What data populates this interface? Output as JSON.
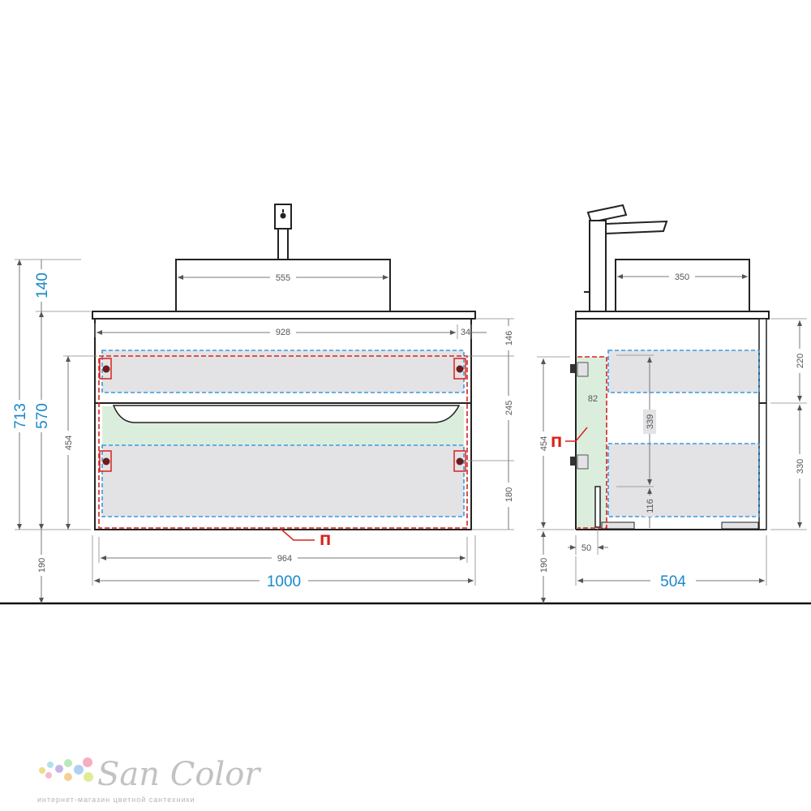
{
  "front_view": {
    "basin_width": "555",
    "countertop_inner_width": "928",
    "countertop_offset": "34",
    "top_section_height": "146",
    "middle_section_height": "245",
    "bottom_section_height": "180",
    "mounting_height": "454",
    "inner_width": "964",
    "total_width": "1000",
    "total_height": "713",
    "cabinet_height": "570",
    "basin_height": "140",
    "floor_clearance": "190",
    "mark_label": "П"
  },
  "side_view": {
    "basin_depth": "350",
    "upper_drawer_height": "220",
    "lower_drawer_height": "330",
    "service_gap": "82",
    "drawer_inner_height": "339",
    "plinth_height": "116",
    "mounting_height": "454",
    "wall_offset": "50",
    "total_depth": "504",
    "floor_clearance": "190",
    "mark_label": "П"
  },
  "watermark": {
    "brand": "San Color",
    "tagline": "интернет-магазин цветной сантехники"
  },
  "colors": {
    "dimension_blue": "#1a88c9",
    "dimension_gray": "#555555",
    "mark_red": "#d9231b",
    "guide_blue": "#3a9ae0",
    "panel_fill": "#e3e3e6",
    "service_fill": "#dbeedd"
  }
}
